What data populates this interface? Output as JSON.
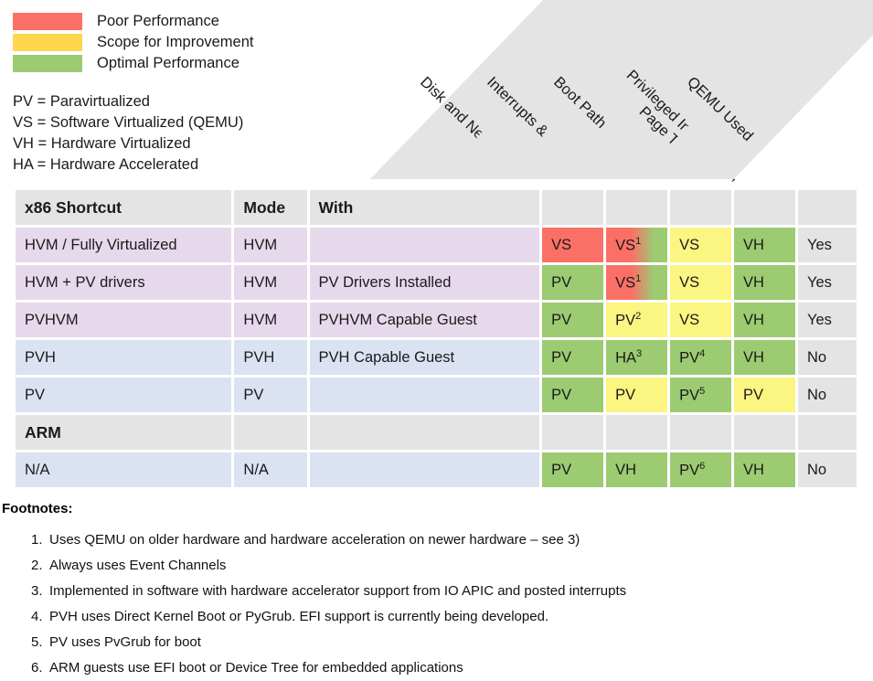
{
  "legend": {
    "items": [
      {
        "label": "Poor Performance",
        "color": "#fb7066"
      },
      {
        "label": "Scope for Improvement",
        "color": "#ffd74d"
      },
      {
        "label": "Optimal Performance",
        "color": "#9ccb72"
      }
    ]
  },
  "abbreviations": [
    "PV = Paravirtualized",
    "VS = Software Virtualized (QEMU)",
    "VH = Hardware Virtualized",
    "HA = Hardware Accelerated"
  ],
  "diagonal_headers": [
    {
      "line1": "Disk and Network",
      "line2": ""
    },
    {
      "line1": "Interrupts & Timers",
      "line2": ""
    },
    {
      "line1": "Boot Path",
      "line2": ""
    },
    {
      "line1": "Privileged Instructions,",
      "line2": "Page Tables"
    },
    {
      "line1": "QEMU Used",
      "line2": ""
    }
  ],
  "table": {
    "headers": {
      "shortcut": "x86 Shortcut",
      "mode": "Mode",
      "with": "With"
    },
    "rows": [
      {
        "shortcut": "HVM / Fully Virtualized",
        "mode": "HVM",
        "with": "",
        "cells": [
          {
            "text": "VS",
            "sup": "",
            "style": "red"
          },
          {
            "text": "VS",
            "sup": "1",
            "style": "grad"
          },
          {
            "text": "VS",
            "sup": "",
            "style": "yellow"
          },
          {
            "text": "VH",
            "sup": "",
            "style": "green"
          },
          {
            "text": "Yes",
            "sup": "",
            "style": "grey"
          }
        ]
      },
      {
        "shortcut": "HVM + PV drivers",
        "mode": "HVM",
        "with": "PV Drivers Installed",
        "cells": [
          {
            "text": "PV",
            "sup": "",
            "style": "green"
          },
          {
            "text": "VS",
            "sup": "1",
            "style": "grad"
          },
          {
            "text": "VS",
            "sup": "",
            "style": "yellow"
          },
          {
            "text": "VH",
            "sup": "",
            "style": "green"
          },
          {
            "text": "Yes",
            "sup": "",
            "style": "grey"
          }
        ]
      },
      {
        "shortcut": "PVHVM",
        "mode": "HVM",
        "with": "PVHVM Capable Guest",
        "cells": [
          {
            "text": "PV",
            "sup": "",
            "style": "green"
          },
          {
            "text": "PV",
            "sup": "2",
            "style": "yellow"
          },
          {
            "text": "VS",
            "sup": "",
            "style": "yellow"
          },
          {
            "text": "VH",
            "sup": "",
            "style": "green"
          },
          {
            "text": "Yes",
            "sup": "",
            "style": "grey"
          }
        ]
      },
      {
        "shortcut": "PVH",
        "mode": "PVH",
        "with": "PVH Capable Guest",
        "cells": [
          {
            "text": "PV",
            "sup": "",
            "style": "green"
          },
          {
            "text": "HA",
            "sup": "3",
            "style": "green"
          },
          {
            "text": "PV",
            "sup": "4",
            "style": "green"
          },
          {
            "text": "VH",
            "sup": "",
            "style": "green"
          },
          {
            "text": "No",
            "sup": "",
            "style": "grey"
          }
        ]
      },
      {
        "shortcut": "PV",
        "mode": "PV",
        "with": "",
        "cells": [
          {
            "text": "PV",
            "sup": "",
            "style": "green"
          },
          {
            "text": "PV",
            "sup": "",
            "style": "yellow"
          },
          {
            "text": "PV",
            "sup": "5",
            "style": "green"
          },
          {
            "text": "PV",
            "sup": "",
            "style": "yellow"
          },
          {
            "text": "No",
            "sup": "",
            "style": "grey"
          }
        ]
      }
    ],
    "arm_section_label": "ARM",
    "arm_row": {
      "shortcut": "N/A",
      "mode": "N/A",
      "with": "",
      "cells": [
        {
          "text": "PV",
          "sup": "",
          "style": "green"
        },
        {
          "text": "VH",
          "sup": "",
          "style": "green"
        },
        {
          "text": "PV",
          "sup": "6",
          "style": "green"
        },
        {
          "text": "VH",
          "sup": "",
          "style": "green"
        },
        {
          "text": "No",
          "sup": "",
          "style": "grey"
        }
      ]
    }
  },
  "footnotes": {
    "title": "Footnotes:",
    "items": [
      "Uses QEMU on older hardware and hardware acceleration on newer hardware – see 3)",
      "Always uses Event Channels",
      "Implemented in software with hardware accelerator support from IO APIC and posted interrupts",
      "PVH uses Direct Kernel Boot or PyGrub. EFI support is currently being developed.",
      "PV uses PvGrub for boot",
      "ARM guests use EFI boot or Device Tree for embedded applications"
    ]
  }
}
